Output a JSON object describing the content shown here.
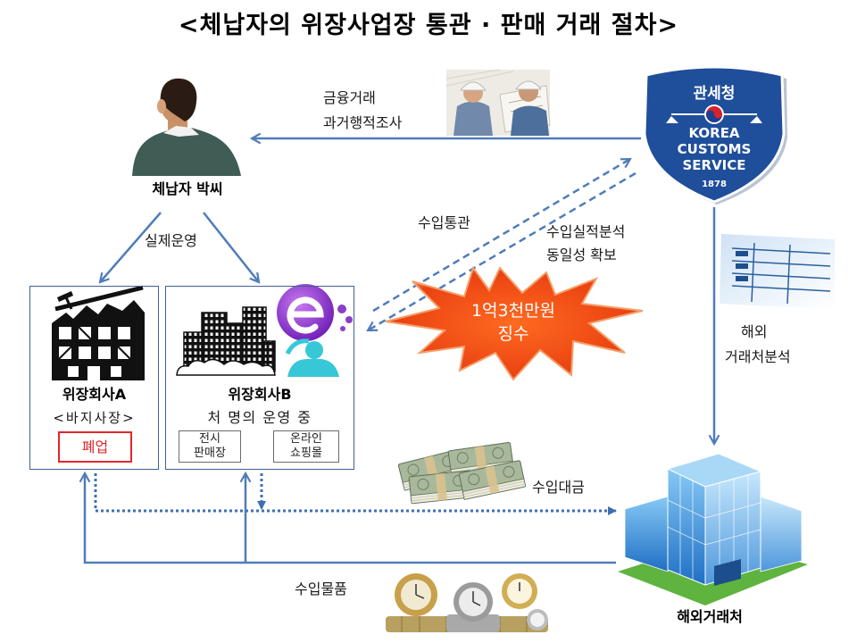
{
  "title": "<체납자의 위장사업장 통관 · 판매 거래 절차>",
  "debtor": {
    "label": "체납자 박씨"
  },
  "customs": {
    "name_ko": "관세청",
    "name_en": [
      "KOREA",
      "CUSTOMS",
      "SERVICE"
    ],
    "year": "1878"
  },
  "flows": {
    "investigation": [
      "금융거래",
      "과거행적조사"
    ],
    "operation": "실제운영",
    "import_clearance": "수입통관",
    "import_analysis": [
      "수입실적분석",
      "동일성 확보"
    ],
    "partner_analysis": [
      "해외",
      "거래처분석"
    ],
    "payment": "수입대금",
    "goods": "수입물품"
  },
  "collection": {
    "amount": "1억3천만원",
    "action": "징수"
  },
  "company_a": {
    "name": "위장회사A",
    "note": "<바지사장>",
    "status": "폐업"
  },
  "company_b": {
    "name": "위장회사B",
    "note": "처 명의 운영 중",
    "channels": [
      [
        "전시",
        "판매장"
      ],
      [
        "온라인",
        "쇼핑몰"
      ]
    ]
  },
  "overseas_partner": {
    "label": "해외거래처"
  },
  "icons": {
    "debtor": "person-back-view-icon",
    "customs": "korea-customs-service-emblem",
    "investigation": "engineers-photo",
    "company_a": "damaged-building-icon",
    "company_b": "city-buildings-icon",
    "online": "e-commerce-icon",
    "partner_analysis": "documents-photo",
    "payment": "money-stacks-photo",
    "overseas_partner": "office-building-icon",
    "goods": "watches-photo"
  },
  "colors": {
    "arrow": "#4f7cba",
    "box_border": "#3f6191",
    "burst": "#ea4212",
    "closed": "#e3262b",
    "badge": "#1f4e9b"
  }
}
